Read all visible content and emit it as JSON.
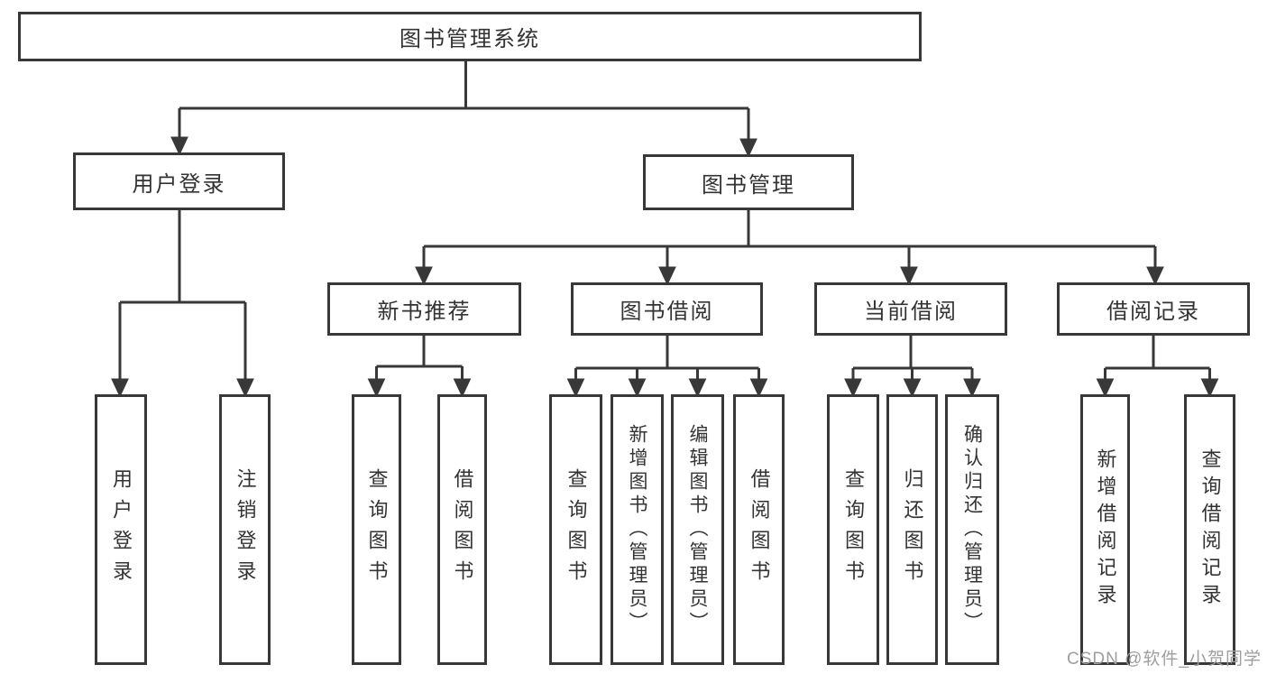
{
  "title": "图书管理系统",
  "tree": {
    "label": "图书管理系统",
    "children": [
      {
        "label": "用户登录",
        "children": [
          {
            "label": "用户登录"
          },
          {
            "label": "注销登录"
          }
        ]
      },
      {
        "label": "图书管理",
        "children": [
          {
            "label": "新书推荐",
            "children": [
              {
                "label": "查询图书"
              },
              {
                "label": "借阅图书"
              }
            ]
          },
          {
            "label": "图书借阅",
            "children": [
              {
                "label": "查询图书"
              },
              {
                "label": "新增图书（管理员）"
              },
              {
                "label": "编辑图书（管理员）"
              },
              {
                "label": "借阅图书"
              }
            ]
          },
          {
            "label": "当前借阅",
            "children": [
              {
                "label": "查询图书"
              },
              {
                "label": "归还图书"
              },
              {
                "label": "确认归还（管理员）"
              }
            ]
          },
          {
            "label": "借阅记录",
            "children": [
              {
                "label": "新增借阅记录"
              },
              {
                "label": "查询借阅记录"
              }
            ]
          }
        ]
      }
    ]
  },
  "watermark": "CSDN @软件_小贺同学",
  "colors": {
    "line": "#383838",
    "text": "#333333",
    "watermark": "#9e9e9e",
    "background": "#ffffff"
  }
}
